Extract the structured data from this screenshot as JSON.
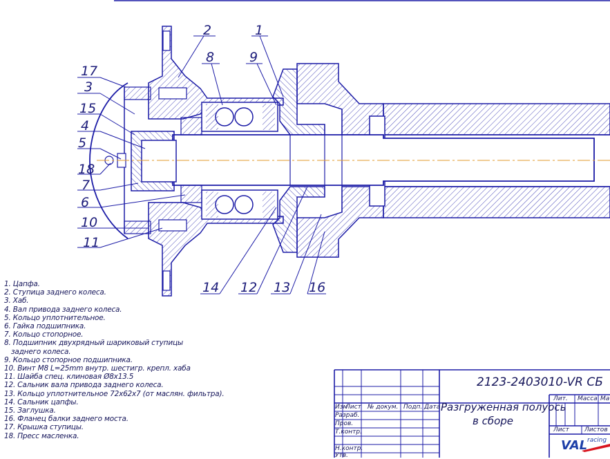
{
  "callouts": [
    "2",
    "1",
    "8",
    "9",
    "17",
    "3",
    "15",
    "4",
    "5",
    "18",
    "7",
    "6",
    "10",
    "11",
    "14",
    "12",
    "13",
    "16"
  ],
  "legend": [
    "1. Цапфа.",
    "2. Ступица заднего колеса.",
    "3. Хаб.",
    "4. Вал привода заднего колеса.",
    "5. Кольцо уплотнительное.",
    "6. Гайка подшипника.",
    "7. Кольцо стопорное.",
    "8. Подшипник двухрядный шариковый ступицы",
    "заднего колеса.",
    "9. Кольцо стопорное подшипника.",
    "10. Винт М8 L=25mm внутр. шестигр. крепл. хаба",
    "11. Шайба спец. клиновая Ø8x13.5",
    "12. Сальник вала привода заднего колеса.",
    "13. Кольцо уплотнительное 72x62x7 (от маслян. фильтра).",
    "14. Сальник цапфы.",
    "15. Заглушка.",
    "16. Фланец балки заднего моста.",
    "17. Крышка ступицы.",
    "18. Пресс масленка."
  ],
  "title_block": {
    "designation": "2123-2403010-VR СБ",
    "name_line1": "Разгруженная полуось",
    "name_line2": "в сборе",
    "col_izm": "Изм",
    "col_list": "Лист",
    "col_docnum": "№ докум.",
    "col_sign": "Подп.",
    "col_date": "Дата",
    "row_razrab": "Разраб.",
    "row_prov": "Пров.",
    "row_tkontr": "Т.контр.",
    "row_nkontr": "Н.контр.",
    "row_utv": "Утв.",
    "lit": "Лит.",
    "massa": "Масса",
    "masshtab": "Ма",
    "list": "Лист",
    "listov": "Листов",
    "logo_main": "VAL",
    "logo_sub": "racing"
  },
  "colors": {
    "line": "#1a1aa6",
    "hatch": "#3a3ab0",
    "text": "#15155a",
    "logo_red": "#d8141e",
    "logo_blue": "#1d3fa8"
  }
}
